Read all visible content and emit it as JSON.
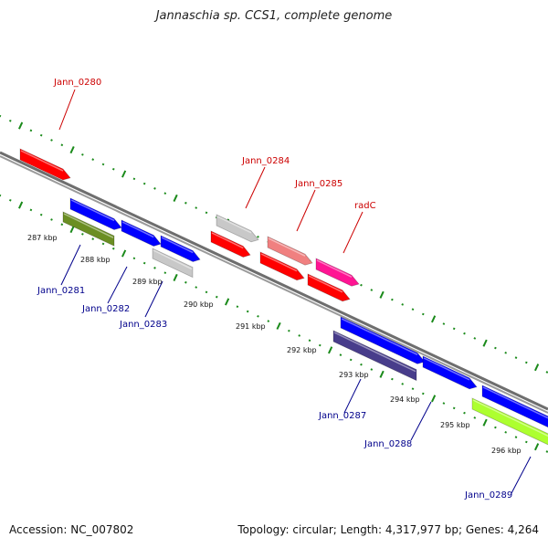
{
  "title": "Jannaschia sp. CCS1, complete genome",
  "footer": {
    "accession": "Accession: NC_007802",
    "summary": "Topology: circular; Length: 4,317,977 bp; Genes: 4,264"
  },
  "colors": {
    "backbone": "#888888",
    "tick": "#1a8a1a",
    "top_label": "#cc0000",
    "bottom_label": "#00008b"
  },
  "scale_labels": [
    "287 kbp",
    "288 kbp",
    "289 kbp",
    "290 kbp",
    "291 kbp",
    "292 kbp",
    "293 kbp",
    "294 kbp",
    "295 kbp",
    "296 kbp"
  ],
  "top_labels": [
    "Jann_0280",
    "Jann_0284",
    "Jann_0285",
    "radC"
  ],
  "bottom_labels": [
    "Jann_0281",
    "Jann_0282",
    "Jann_0283",
    "Jann_0287",
    "Jann_0288",
    "Jann_0289"
  ],
  "genes": [
    {
      "name": "gene-block-1",
      "color": "#ff0000",
      "strand": "+",
      "track": "forward-outer"
    },
    {
      "name": "gene-block-2",
      "color": "#0000ff",
      "strand": "+",
      "track": "reverse-inner"
    },
    {
      "name": "gene-block-3",
      "color": "#6b8e23",
      "strand": "none",
      "track": "reverse-outer"
    },
    {
      "name": "gene-block-4",
      "color": "#0000ff",
      "strand": "+",
      "track": "reverse-inner"
    },
    {
      "name": "gene-block-5",
      "color": "#0000ff",
      "strand": "+",
      "track": "reverse-inner"
    },
    {
      "name": "gene-block-6",
      "color": "#c8c8c8",
      "strand": "none",
      "track": "reverse-outer"
    },
    {
      "name": "gene-block-7",
      "color": "#c8c8c8",
      "strand": "+",
      "track": "forward-outer"
    },
    {
      "name": "gene-block-8",
      "color": "#ff0000",
      "strand": "+",
      "track": "forward-inner"
    },
    {
      "name": "gene-block-9",
      "color": "#f08080",
      "strand": "+",
      "track": "forward-outer"
    },
    {
      "name": "gene-block-10",
      "color": "#ff0000",
      "strand": "+",
      "track": "forward-inner"
    },
    {
      "name": "gene-block-11",
      "color": "#ff1493",
      "strand": "+",
      "track": "forward-outer"
    },
    {
      "name": "gene-block-12",
      "color": "#ff0000",
      "strand": "+",
      "track": "forward-inner"
    },
    {
      "name": "gene-block-13",
      "color": "#0000ff",
      "strand": "+",
      "track": "reverse-inner"
    },
    {
      "name": "gene-block-14",
      "color": "#483d8b",
      "strand": "none",
      "track": "reverse-outer"
    },
    {
      "name": "gene-block-15",
      "color": "#0000ff",
      "strand": "+",
      "track": "reverse-inner"
    },
    {
      "name": "gene-block-16",
      "color": "#0000ff",
      "strand": "+",
      "track": "reverse-inner"
    },
    {
      "name": "gene-block-17",
      "color": "#adff2f",
      "strand": "none",
      "track": "reverse-outer"
    }
  ]
}
